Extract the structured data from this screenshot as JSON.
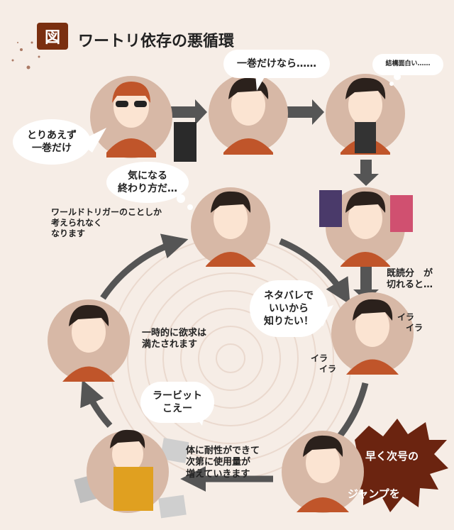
{
  "header": {
    "badge": "図",
    "title": "ワートリ依存の悪循環"
  },
  "bubbles": {
    "start": "とりあえず\n一巻だけ",
    "one_volume": "一巻だけなら……",
    "interesting": "結構面白い……",
    "ending": "気になる\n終わり方だ…",
    "spoiler": "ネタバレで\nいいから\n知りたい！",
    "rabbit": "ラービット\nこえー"
  },
  "labels": {
    "only_world_trigger": "ワールドトリガーのことしか\n考えられなく\nなります",
    "run_out": "既読分　が\n切れると…",
    "satisfied": "一時的に欲求は\n満たされます",
    "tolerance": "体に耐性ができて\n次第に使用量が\n増えていきます",
    "ira1": "イラ\n　イラ",
    "ira2": "イラ\n　イラ"
  },
  "starburst": {
    "line1": "早く次号の",
    "line2": "ジャンプを"
  },
  "colors": {
    "circle": "#d7b8a6",
    "arrow": "#555555",
    "accent": "#7a2f10",
    "burst": "#6b2410",
    "shirt": "#c0552a",
    "hair": "#2b211c",
    "skin": "#fbe4d2"
  }
}
